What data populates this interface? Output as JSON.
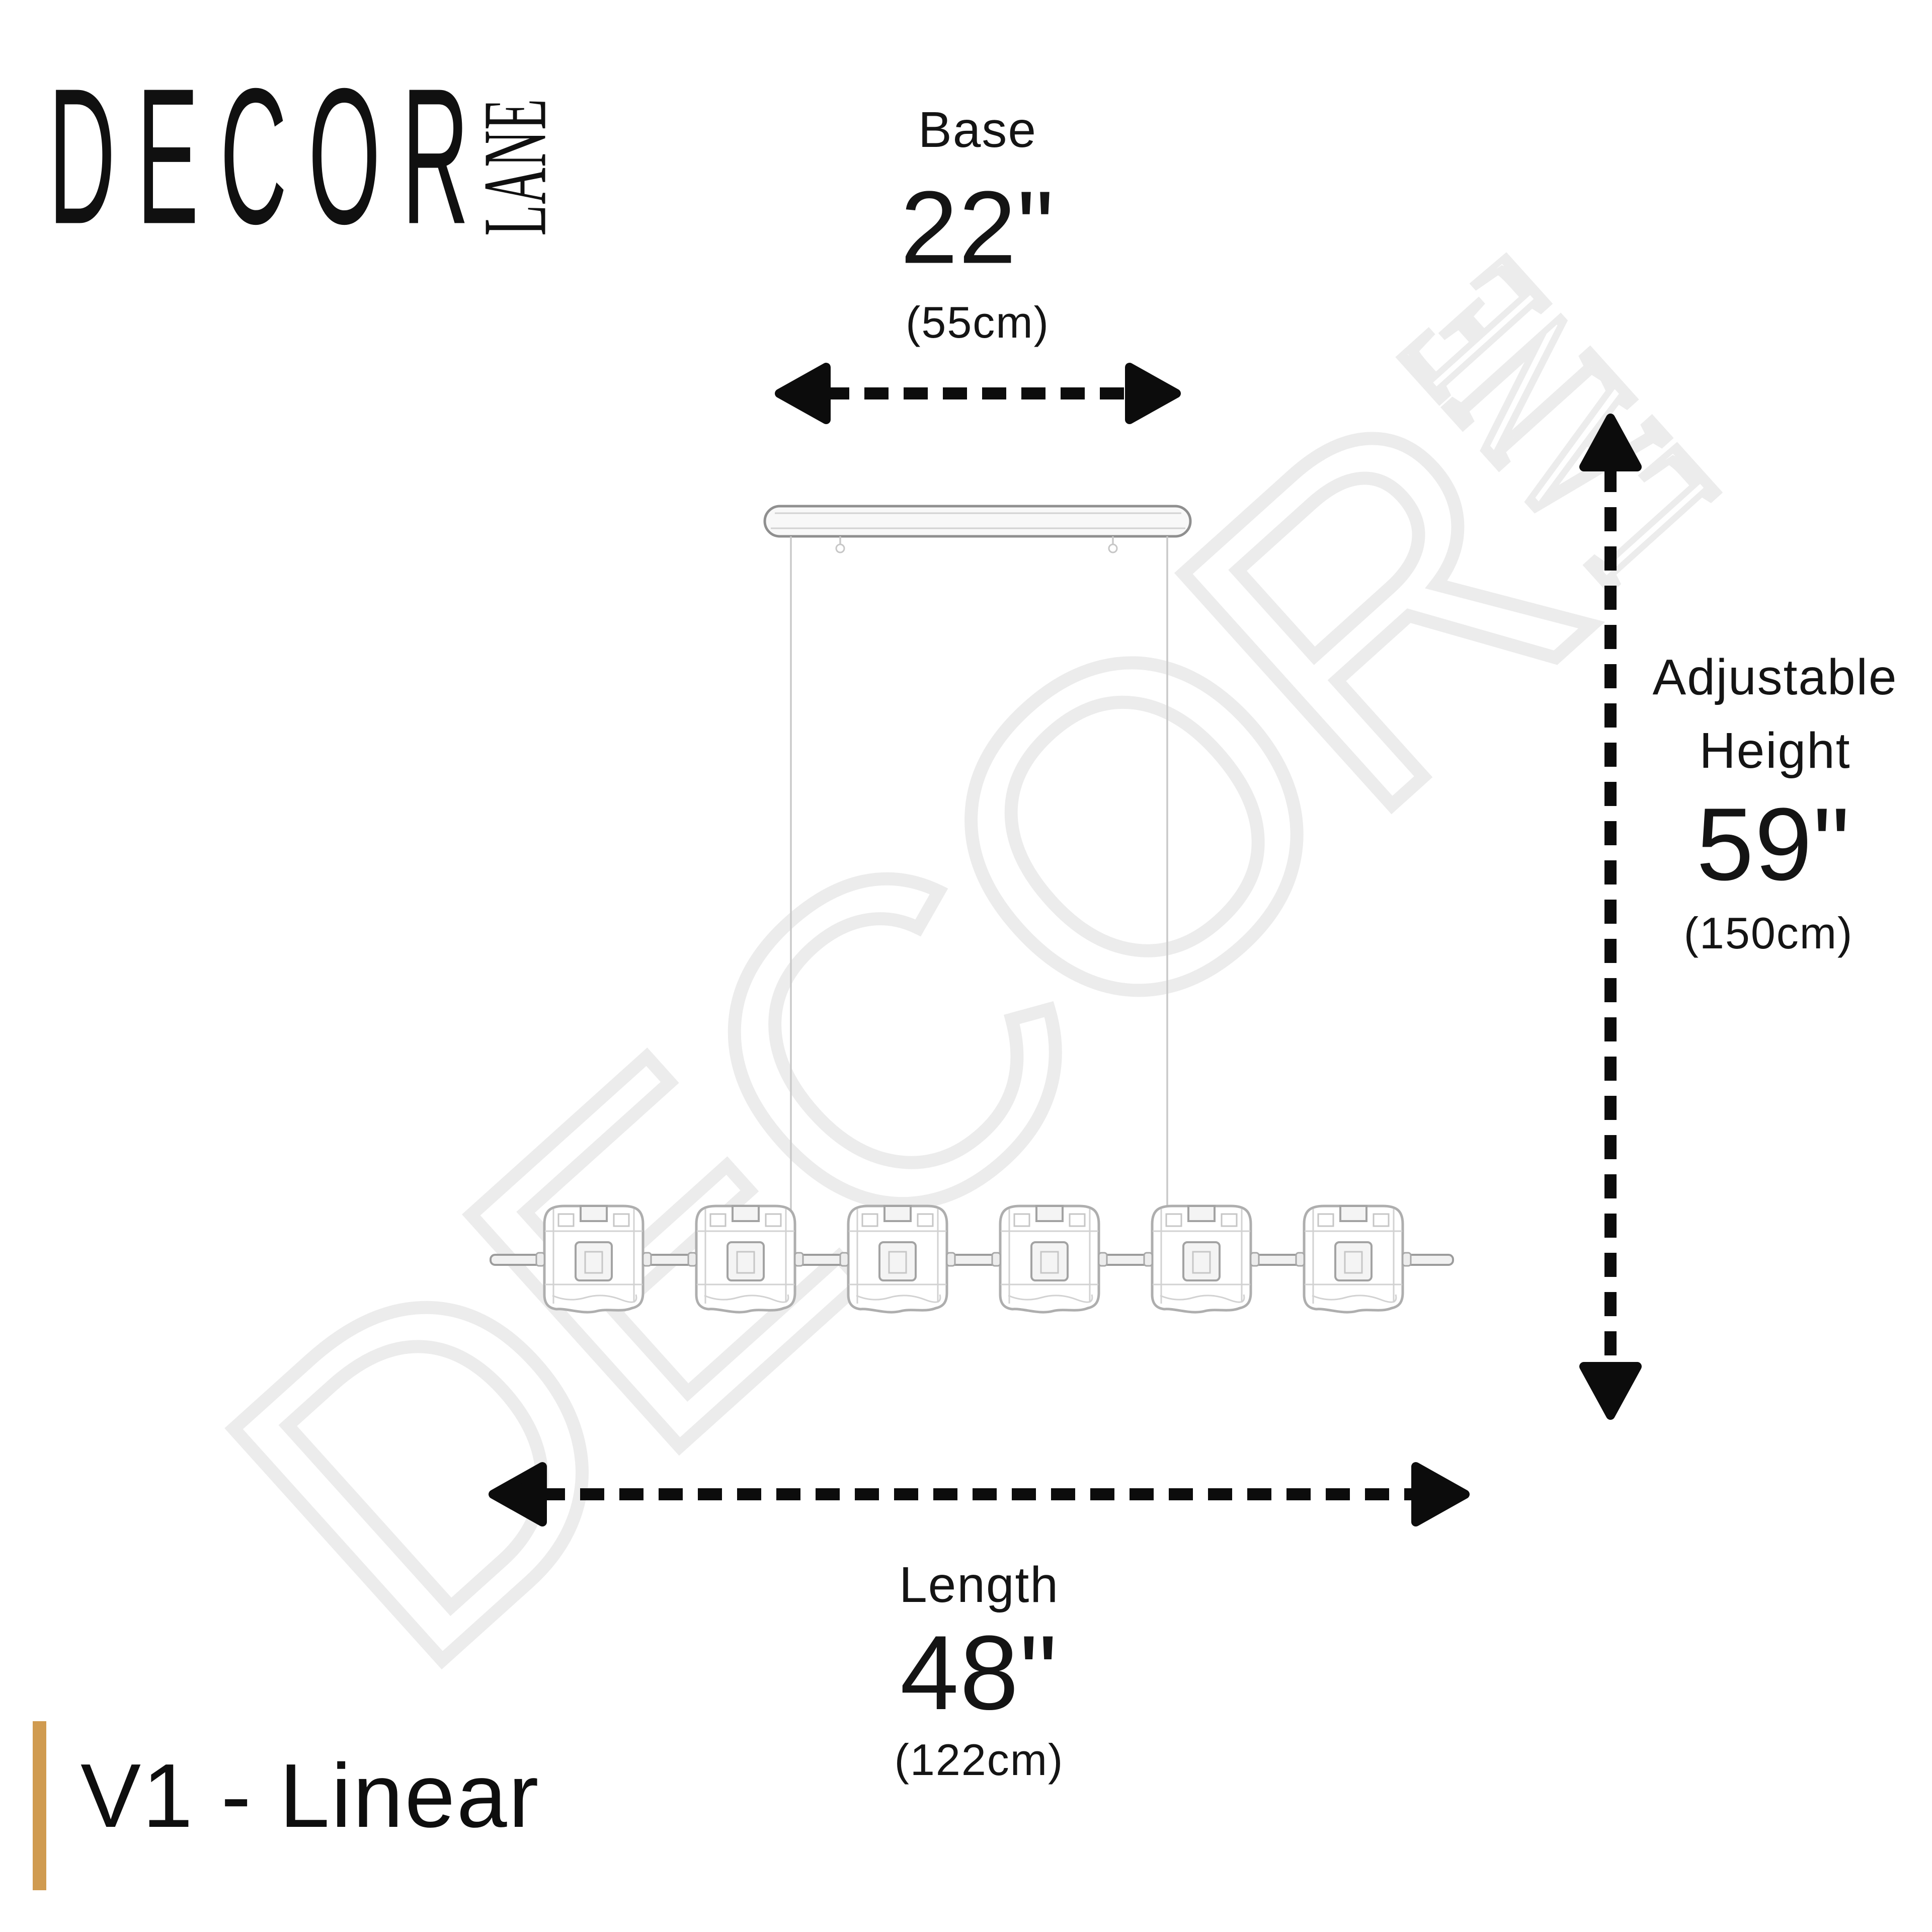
{
  "brand": {
    "primary": "DECOR",
    "secondary": "LANE"
  },
  "watermark": {
    "primary": "DECOR",
    "secondary": "LANE"
  },
  "annotations": {
    "base": {
      "label": "Base",
      "value": "22\"",
      "metric": "(55cm)"
    },
    "adjustable_height": {
      "label_line1": "Adjustable",
      "label_line2": "Height",
      "value": "59\"",
      "metric": "(150cm)"
    },
    "length": {
      "label": "Length",
      "value": "48\"",
      "metric": "(122cm)"
    }
  },
  "footer": {
    "variant": "V1 - Linear"
  },
  "fixture": {
    "type": "linear-pendant-light-sketch",
    "shade_count": 6
  },
  "colors": {
    "accent": "#d09b50",
    "text": "#141414",
    "arrow": "#0c0c0c",
    "watermark": "#ececec",
    "sketch_stroke": "#aeaeae",
    "sketch_light": "#c9c9c9"
  }
}
